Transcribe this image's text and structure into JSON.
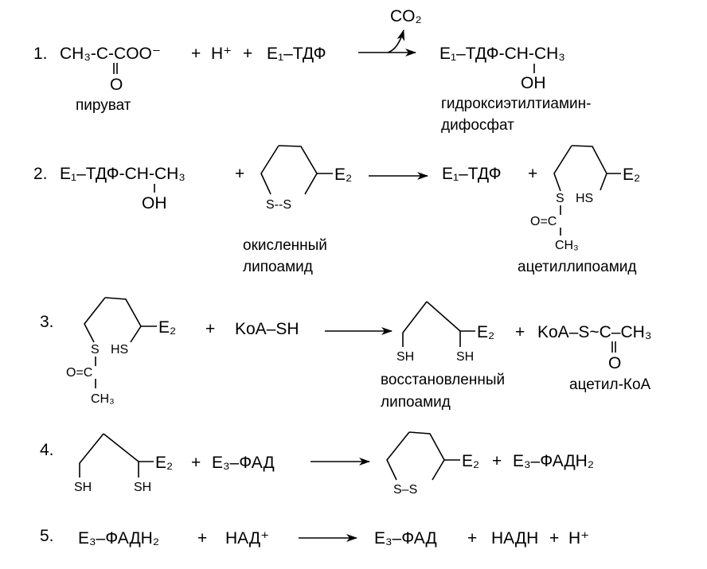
{
  "steps": [
    {
      "number": "1.",
      "reactant1_chain": "CH₃-C-COO⁻",
      "reactant1_sub": "O",
      "reactant1_name": "пируват",
      "plus1": "+",
      "reactant2": "H⁺",
      "plus2": "+",
      "reactant3": "E₁–ТДФ",
      "byproduct": "CO₂",
      "product_chain": "E₁–ТДФ-CH-CH₃",
      "product_sub": "OH",
      "product_name_line1": "гидроксиэтилтиамин-",
      "product_name_line2": "дифосфат"
    },
    {
      "number": "2.",
      "reactant1_chain": "E₁–ТДФ-CH-CH₃",
      "reactant1_sub": "OH",
      "plus1": "+",
      "ring_substituent": "E₂",
      "ring_atoms": "S--S",
      "reactant2_name_line1": "окисленный",
      "reactant2_name_line2": "липоамид",
      "product1": "E₁–ТДФ",
      "plus2": "+",
      "product2_substituent": "E₂",
      "product2_s": "S",
      "product2_hs": "HS",
      "product2_acyl": "O=C",
      "product2_methyl": "CH₃",
      "product2_name": "ацетиллипоамид"
    },
    {
      "number": "3.",
      "reactant1_substituent": "E₂",
      "reactant1_s": "S",
      "reactant1_hs": "HS",
      "reactant1_acyl": "O=C",
      "reactant1_methyl": "CH₃",
      "plus1": "+",
      "reactant2": "KoA–SH",
      "product1_substituent": "E₂",
      "product1_sh_left": "SH",
      "product1_sh_right": "SH",
      "product1_name_line1": "восстановленный",
      "product1_name_line2": "липоамид",
      "plus2": "+",
      "product2_chain": "KoA–S~C–CH₃",
      "product2_sub": "O",
      "product2_name": "ацетил-КоА"
    },
    {
      "number": "4.",
      "reactant1_substituent": "E₂",
      "reactant1_sh_left": "SH",
      "reactant1_sh_right": "SH",
      "plus1": "+",
      "reactant2": "E₃–ФАД",
      "product1_substituent": "E₂",
      "product1_ring_atoms": "S–S",
      "plus2": "+",
      "product2": "E₃–ФАДН₂"
    },
    {
      "number": "5.",
      "reactant1": "E₃–ФАДН₂",
      "plus1": "+",
      "reactant2": "НАД⁺",
      "product1": "E₃–ФАД",
      "plus2": "+",
      "product2": "НАДН",
      "plus3": "+",
      "product3": "H⁺"
    }
  ]
}
